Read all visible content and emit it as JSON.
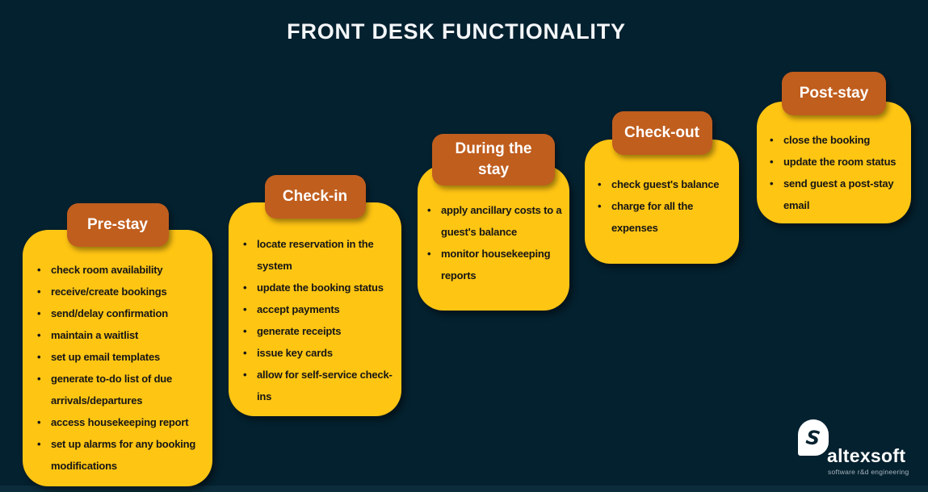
{
  "title": "FRONT DESK FUNCTIONALITY",
  "colors": {
    "background": "#04212f",
    "card_fill": "#ffc513",
    "badge_fill": "#c05e1e",
    "badge_text": "#ffffff",
    "card_text": "#161616",
    "title_text": "#f4f6f8",
    "footer_strip": "#0b2c3b"
  },
  "stages": [
    {
      "label": "Pre-stay",
      "items": [
        "check room availability",
        "receive/create bookings",
        "send/delay confirmation",
        "maintain a waitlist",
        "set up email templates",
        "generate to-do list of due arrivals/departures",
        "access housekeeping report",
        "set up alarms for any booking modifications"
      ]
    },
    {
      "label": "Check-in",
      "items": [
        "locate reservation in the system",
        "update the booking status",
        "accept payments",
        "generate receipts",
        "issue key cards",
        "allow for self-service check-ins"
      ]
    },
    {
      "label": "During the stay",
      "items": [
        "apply ancillary costs to a guest's balance",
        "monitor housekeeping reports"
      ]
    },
    {
      "label": "Check-out",
      "items": [
        "check guest's balance",
        "charge for all the expenses"
      ]
    },
    {
      "label": "Post-stay",
      "items": [
        "close the booking",
        "update the room status",
        "send guest a post-stay email"
      ]
    }
  ],
  "logo": {
    "name": "altexsoft",
    "tagline": "software r&d engineering",
    "swirl_glyph": "S"
  }
}
